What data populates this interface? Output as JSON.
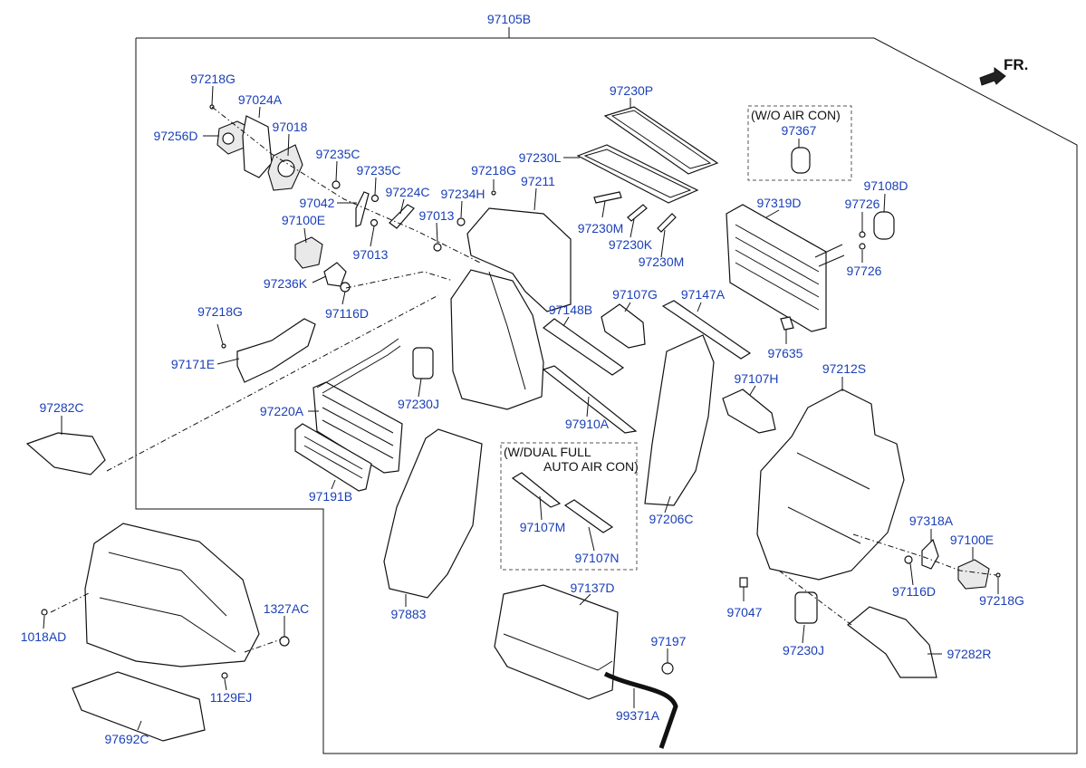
{
  "fr_marker": {
    "label": "FR.",
    "icon": "front-direction-arrow-icon"
  },
  "notes": {
    "wo_air_con": "(W/O AIR CON)",
    "dual_full_line1": "(W/DUAL FULL",
    "dual_full_line2": "AUTO AIR CON)"
  },
  "parts": {
    "p97105B": "97105B",
    "p97218G_a": "97218G",
    "p97024A": "97024A",
    "p97018": "97018",
    "p97256D": "97256D",
    "p97235C_a": "97235C",
    "p97235C_b": "97235C",
    "p97042": "97042",
    "p97224C": "97224C",
    "p97100E_a": "97100E",
    "p97013_a": "97013",
    "p97013_b": "97013",
    "p97236K": "97236K",
    "p97116D_a": "97116D",
    "p97218G_b": "97218G",
    "p97218G_c": "97218G",
    "p97171E": "97171E",
    "p97234H": "97234H",
    "p97211": "97211",
    "p97230P": "97230P",
    "p97230L": "97230L",
    "p97230M_a": "97230M",
    "p97230K": "97230K",
    "p97230M_b": "97230M",
    "p97367": "97367",
    "p97108D": "97108D",
    "p97319D": "97319D",
    "p97726_a": "97726",
    "p97726_b": "97726",
    "p97635": "97635",
    "p97107G": "97107G",
    "p97147A": "97147A",
    "p97148B": "97148B",
    "p97107H": "97107H",
    "p97212S": "97212S",
    "p97282C": "97282C",
    "p97220A": "97220A",
    "p97230J_a": "97230J",
    "p97910A": "97910A",
    "p97191B": "97191B",
    "p97107M": "97107M",
    "p97107N": "97107N",
    "p97206C": "97206C",
    "p97318A": "97318A",
    "p97100E_b": "97100E",
    "p97116D_b": "97116D",
    "p97218G_d": "97218G",
    "p97047": "97047",
    "p97230J_b": "97230J",
    "p97282R": "97282R",
    "p97883": "97883",
    "p97137D": "97137D",
    "p97197": "97197",
    "p99371A": "99371A",
    "p1327AC": "1327AC",
    "p1018AD": "1018AD",
    "p1129EJ": "1129EJ",
    "p97692C": "97692C"
  }
}
